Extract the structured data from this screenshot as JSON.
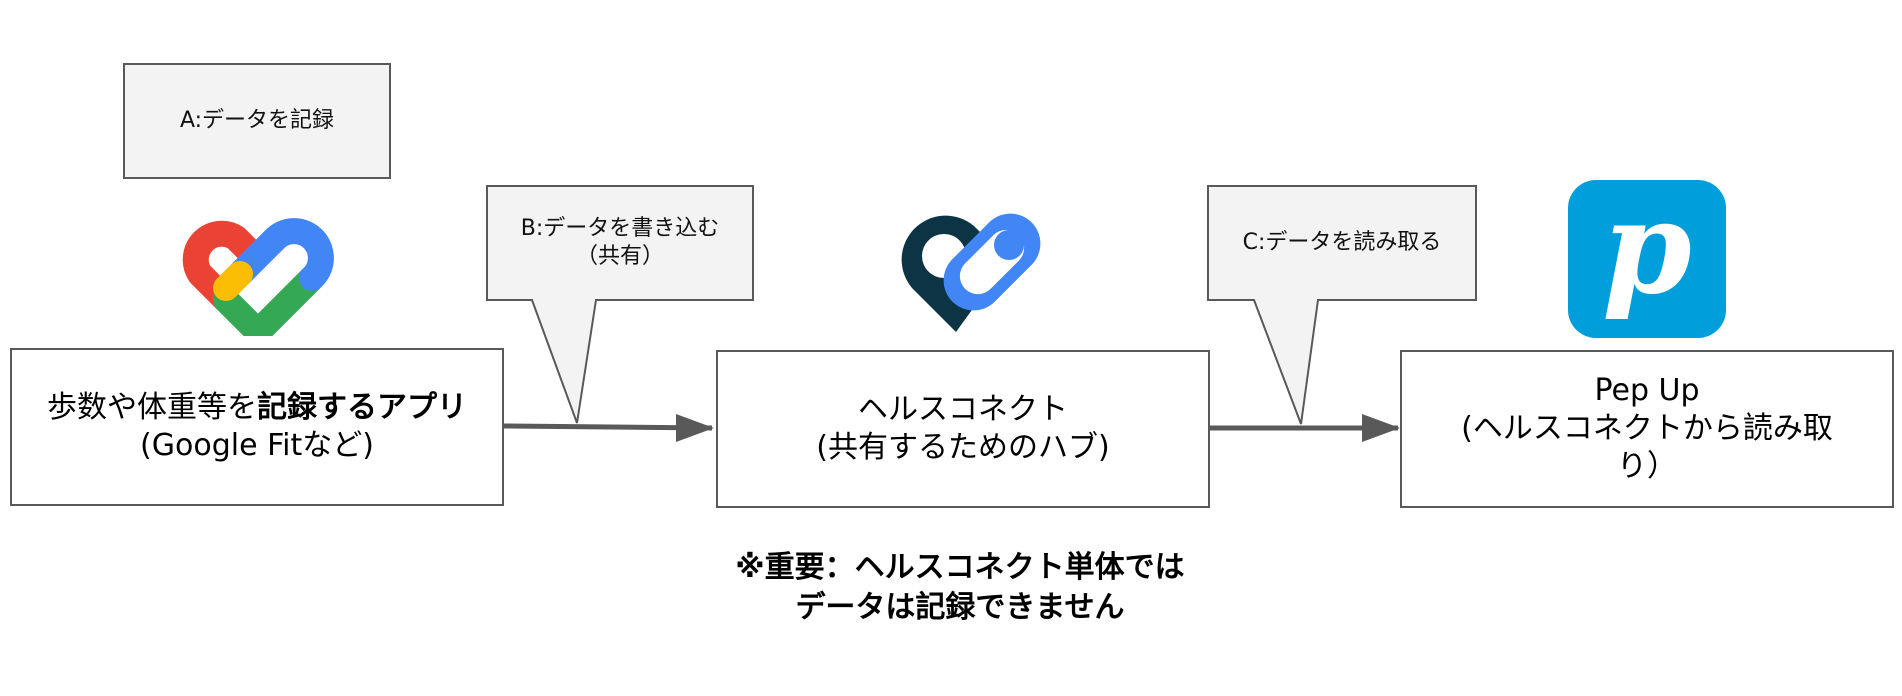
{
  "callouts": {
    "a": "A:データを記録",
    "b_line1": "B:データを書き込む",
    "b_line2": "（共有）",
    "c": "C:データを読み取る"
  },
  "boxes": {
    "recorder_prefix": "歩数や体重等を",
    "recorder_bold": "記録するアプリ",
    "recorder_line2": "(Google Fitなど)",
    "hub_line1": "ヘルスコネクト",
    "hub_line2": "(共有するためのハブ)",
    "pepup_line1": "Pep Up",
    "pepup_line2": "(ヘルスコネクトから読み取",
    "pepup_line3": "り）"
  },
  "note": {
    "line1": "※重要：ヘルスコネクト単体では",
    "line2": "データは記録できません"
  },
  "icons": {
    "google_fit": "google-fit-icon",
    "health_connect": "health-connect-icon",
    "pep_up": "pep-up-icon",
    "pep_up_glyph": "p"
  },
  "colors": {
    "fit_red": "#EA4335",
    "fit_blue": "#4285F4",
    "fit_yellow": "#FBBC04",
    "fit_green": "#34A853",
    "hc_dark": "#0D3445",
    "hc_blue": "#4285F4",
    "pepup_bg": "#009FDB",
    "callout_fill": "#F3F3F3",
    "stroke": "#595959"
  }
}
